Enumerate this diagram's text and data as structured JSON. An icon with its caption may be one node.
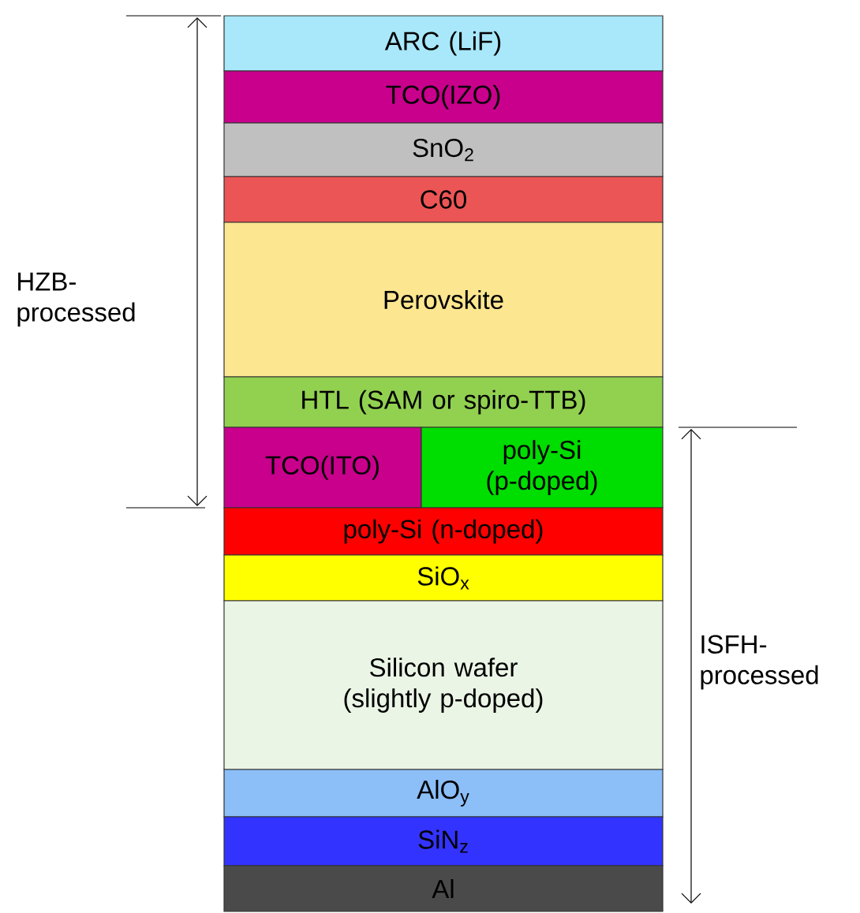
{
  "diagram": {
    "nodes": [
      {
        "text": [
          "ARC (LiF)"
        ]
      },
      {
        "text": [
          "TCO(IZO)"
        ]
      },
      {
        "text": [
          "SnO$_{2}$"
        ]
      },
      {
        "text": [
          "C60"
        ]
      },
      {
        "text": [
          "Perovskite"
        ]
      },
      {
        "text": [
          "HTL (SAM or spiro-TTB)"
        ]
      },
      {
        "text": [
          "TCO(ITO)"
        ]
      },
      {
        "text": [
          "poly-Si (p-doped)"
        ]
      },
      {
        "text": [
          "poly-Si (n-doped)"
        ]
      },
      {
        "text": [
          "SiO$_{x}$"
        ]
      },
      {
        "text": [
          "Silicon wafer (slightly p-doped)"
        ]
      },
      {
        "text": [
          "AlO$_{y}$"
        ]
      },
      {
        "text": [
          "SiN$_{z}$"
        ]
      },
      {
        "text": [
          "Al"
        ]
      }
    ],
    "labels": [
      "HZB-processed",
      "ISFH-processed"
    ]
  }
}
